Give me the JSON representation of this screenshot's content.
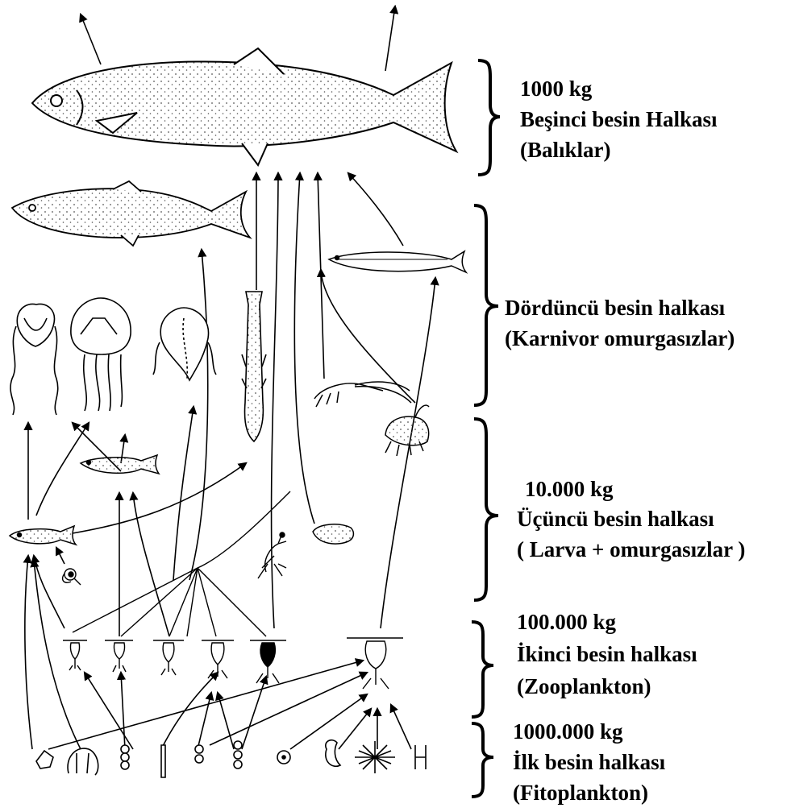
{
  "levels": [
    {
      "amount": "1000 kg",
      "name": "Beşinci besin Halkası",
      "group": "(Balıklar)"
    },
    {
      "amount": "",
      "name": "Dördüncü besin halkası",
      "group": "(Karnivor omurgasızlar)"
    },
    {
      "amount": "10.000 kg",
      "name": "Üçüncü besin halkası",
      "group": "( Larva + omurgasızlar )"
    },
    {
      "amount": "100.000 kg",
      "name": "İkinci besin halkası",
      "group": "(Zooplankton)"
    },
    {
      "amount": "1000.000 kg",
      "name": "İlk besin halkası",
      "group": "(Fitoplankton)"
    }
  ],
  "colors": {
    "ink": "#000000",
    "background": "#ffffff",
    "stipple": "#555555"
  },
  "icons": [
    "large-fish-icon",
    "sardine-icon",
    "anchovy-icon",
    "medusa-icon",
    "ctenophore-icon",
    "arrow-worm-icon",
    "amphipod-icon",
    "shrimp-icon",
    "fish-larva-icon",
    "copepod-icon",
    "diatom-icon"
  ]
}
